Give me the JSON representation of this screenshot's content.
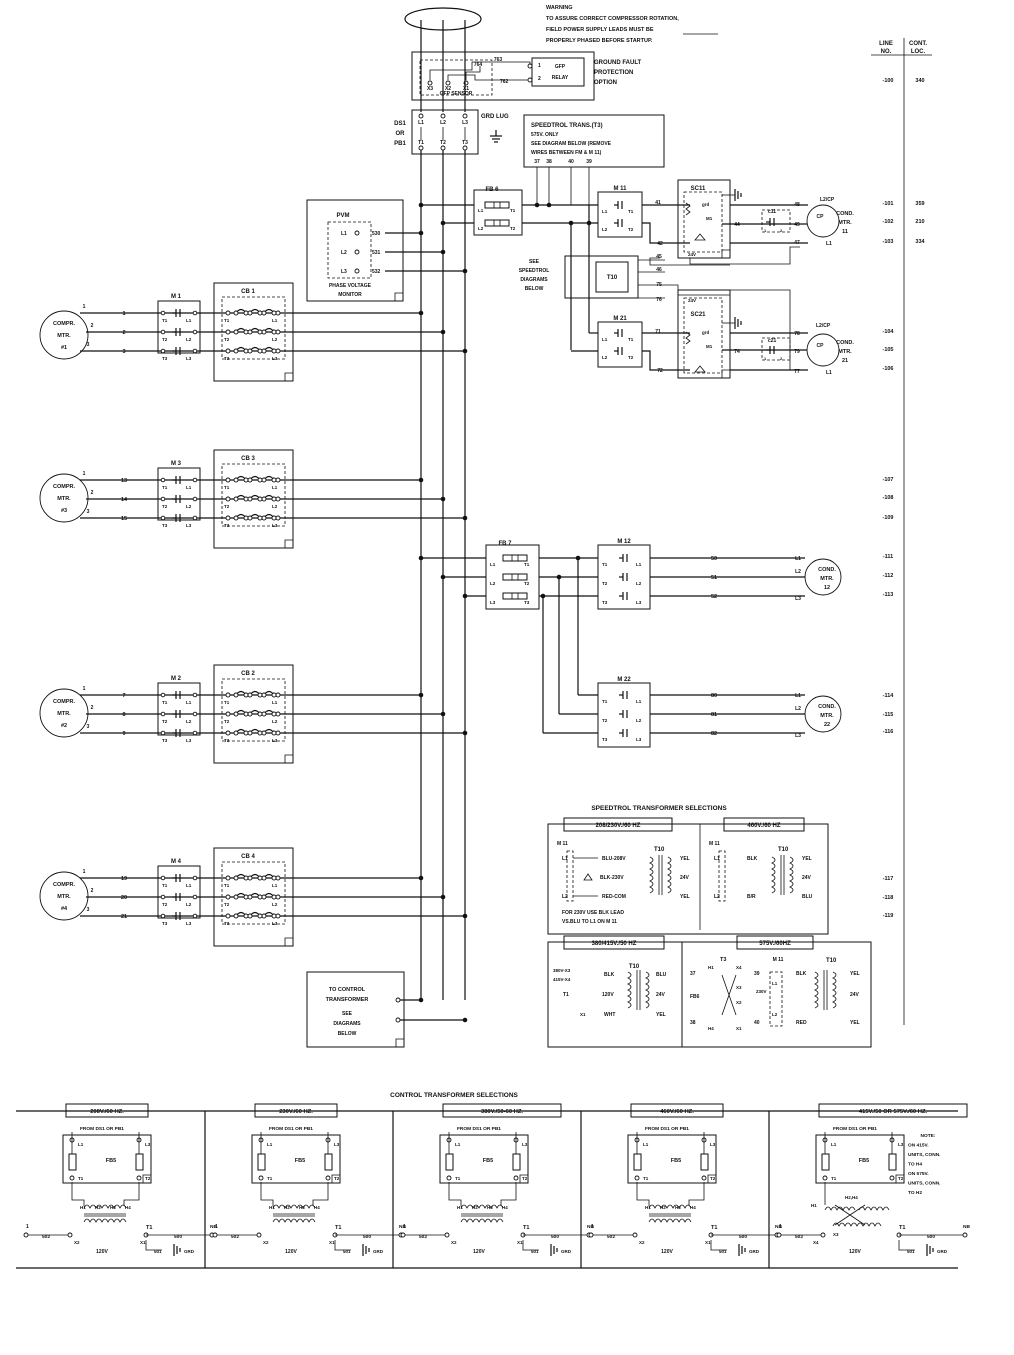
{
  "warning": [
    "WARNING",
    "TO ASSURE CORRECT COMPRESSOR ROTATION,",
    "FIELD POWER SUPPLY LEADS MUST BE",
    "PROPERLY PHASED BEFORE STARTUP."
  ],
  "gfp": {
    "title": [
      "GROUND FAULT",
      "PROTECTION",
      "OPTION"
    ],
    "relay": [
      "GFP",
      "RELAY"
    ],
    "sensor": "GFP SENSOR",
    "wires": [
      "763",
      "764",
      "762"
    ],
    "xs": [
      "X3",
      "X2",
      "X1"
    ],
    "pins": [
      "1",
      "2"
    ]
  },
  "ds1": {
    "label": [
      "DS1",
      "OR",
      "PB1"
    ],
    "top": [
      "L1",
      "L2",
      "L3"
    ],
    "bottom": [
      "T1",
      "T2",
      "T3"
    ],
    "grd": "GRD LUG"
  },
  "speedtrol_trans": [
    "SPEEDTROL TRANS.(T3)",
    "575V. ONLY",
    "SEE DIAGRAM BELOW (REMOVE",
    "WIRES BETWEEN FM & M 11)"
  ],
  "speedtrol_wires": [
    "37",
    "38",
    "40",
    "39"
  ],
  "line_table": {
    "headers": [
      "LINE",
      "NO.",
      "CONT.",
      "LOC."
    ],
    "rows": [
      [
        "-100",
        "340"
      ],
      [
        "-101",
        "359"
      ],
      [
        "-102",
        "210"
      ],
      [
        "-103",
        "334"
      ],
      [
        "-104",
        ""
      ],
      [
        "-105",
        ""
      ],
      [
        "-106",
        ""
      ],
      [
        "-107",
        ""
      ],
      [
        "-108",
        ""
      ],
      [
        "-109",
        ""
      ],
      [
        "-111",
        ""
      ],
      [
        "-112",
        ""
      ],
      [
        "-113",
        ""
      ],
      [
        "-114",
        ""
      ],
      [
        "-115",
        ""
      ],
      [
        "-116",
        ""
      ],
      [
        "-117",
        ""
      ],
      [
        "-118",
        ""
      ],
      [
        "-119",
        ""
      ]
    ]
  },
  "pvm": {
    "title": "PVM",
    "caption": [
      "PHASE VOLTAGE",
      "MONITOR"
    ],
    "l": [
      "L1",
      "L2",
      "L3"
    ],
    "wires": [
      "530",
      "531",
      "532"
    ]
  },
  "compressors": [
    {
      "motor": [
        "COMPR.",
        "MTR.",
        "#1"
      ],
      "contactor": "M 1",
      "breaker": "CB 1",
      "wires": [
        "1",
        "2",
        "3"
      ]
    },
    {
      "motor": [
        "COMPR.",
        "MTR.",
        "#3"
      ],
      "contactor": "M 3",
      "breaker": "CB 3",
      "wires": [
        "13",
        "14",
        "15"
      ]
    },
    {
      "motor": [
        "COMPR.",
        "MTR.",
        "#2"
      ],
      "contactor": "M 2",
      "breaker": "CB 2",
      "wires": [
        "7",
        "8",
        "9"
      ]
    },
    {
      "motor": [
        "COMPR.",
        "MTR.",
        "#4"
      ],
      "contactor": "M 4",
      "breaker": "CB 4",
      "wires": [
        "19",
        "20",
        "21"
      ]
    }
  ],
  "phase_nums": [
    "1",
    "2",
    "3"
  ],
  "tl": [
    "T1",
    "T2",
    "T3",
    "L1",
    "L2",
    "L3"
  ],
  "fb6": "FB 6",
  "fb7": "FB 7",
  "m11": "M 11",
  "m21": "M 21",
  "m12": "M 12",
  "m22": "M 22",
  "t10": "T10",
  "speedtrol_note": [
    "SEE",
    "SPEEDTROL",
    "DIAGRAMS",
    "BELOW"
  ],
  "sc11": {
    "label": "SC11",
    "grd": "grd",
    "m": "M1",
    "v": "24V",
    "c": "c11",
    "n": [
      "1",
      "2"
    ],
    "w": [
      "41",
      "42",
      "44",
      "45",
      "46",
      "48",
      "49",
      "47"
    ],
    "cp": "L2/CP",
    "cpl": "CP",
    "l1": "L1",
    "motor": [
      "COND.",
      "MTR.",
      "11"
    ]
  },
  "sc21": {
    "label": "SC21",
    "grd": "grd",
    "m": "M1",
    "v": "24V",
    "c": "c21",
    "n": [
      "1",
      "2"
    ],
    "w": [
      "71",
      "72",
      "74",
      "75",
      "76",
      "78",
      "79",
      "77"
    ],
    "cp": "L2/CP",
    "cpl": "CP",
    "l1": "L1",
    "motor": [
      "COND.",
      "MTR.",
      "21"
    ]
  },
  "m12_wires": [
    "50",
    "51",
    "52"
  ],
  "m22_wires": [
    "80",
    "81",
    "82"
  ],
  "cond12": [
    "COND.",
    "MTR.",
    "12"
  ],
  "cond22": [
    "COND.",
    "MTR.",
    "22"
  ],
  "lx": [
    "L1",
    "L2",
    "L3"
  ],
  "to_control": [
    "TO CONTROL",
    "TRANSFORMER",
    "SEE",
    "DIAGRAMS",
    "BELOW"
  ],
  "speedtrol_sel": {
    "title": "SPEEDTROL TRANSFORMER SELECTIONS",
    "tabs": [
      "208/230V./60 HZ",
      "460V./60 HZ",
      "380/415V./50 HZ",
      "575V./60HZ"
    ],
    "a": {
      "m": "M 11",
      "t": "T10",
      "l1": "L1",
      "l2": "L2",
      "wires": [
        "BLU-208V",
        "BLK-230V",
        "RED-COM"
      ],
      "sec": [
        "YEL",
        "24V",
        "YEL"
      ],
      "note": [
        "FOR 230V USE BLK LEAD",
        "VS.BLU TO L1 ON M 11"
      ]
    },
    "b": {
      "m": "M 11",
      "t": "T10",
      "l1": "L1",
      "l2": "L2",
      "wires": [
        "BLK",
        "B/R"
      ],
      "sec": [
        "YEL",
        "24V",
        "BLU"
      ]
    },
    "c": {
      "t": "T10",
      "t1": "T1",
      "x": [
        "380V-X3",
        "415V-X4",
        "X1"
      ],
      "wires": [
        "BLK",
        "BLU",
        "WHT"
      ],
      "v": "120V",
      "sec": [
        "24V",
        "YEL"
      ]
    },
    "d": {
      "t3": "T3",
      "m": "M 11",
      "t": "T10",
      "h": [
        "H1",
        "H4"
      ],
      "x": [
        "X4",
        "X3",
        "X2",
        "X1"
      ],
      "fb": "FB6",
      "v": "230V",
      "wires": [
        "37",
        "38",
        "39",
        "40"
      ],
      "l": [
        "L1",
        "L2"
      ],
      "sec": [
        "YEL",
        "24V",
        "YEL"
      ],
      "red": "RED",
      "blk": "BLK"
    }
  },
  "control_sel": {
    "title": "CONTROL TRANSFORMER SELECTIONS",
    "tabs": [
      "208V./60 HZ.",
      "230V./60 HZ.",
      "380V./50-60 HZ.",
      "460V./60 HZ.",
      "415V./50 OR 575V./60 HZ."
    ],
    "from": "FROM DS1 OR PB1",
    "fb": "FB5",
    "l": [
      "L1",
      "L3"
    ],
    "tt": [
      "T1",
      "T2"
    ],
    "h": [
      "H1",
      "H2",
      "H3",
      "H4"
    ],
    "h24": "H2,H4",
    "x": [
      "X2",
      "X1",
      "X3",
      "X4"
    ],
    "t1": "T1",
    "v": "120V",
    "wires": [
      "1",
      "502",
      "500",
      "501",
      "NB",
      "GRD"
    ],
    "note": [
      "NOTE:",
      "ON 415V.",
      "UNITS, CONN.",
      "TO H4",
      "ON 575V.",
      "UNITS, CONN.",
      "TO H2"
    ]
  }
}
